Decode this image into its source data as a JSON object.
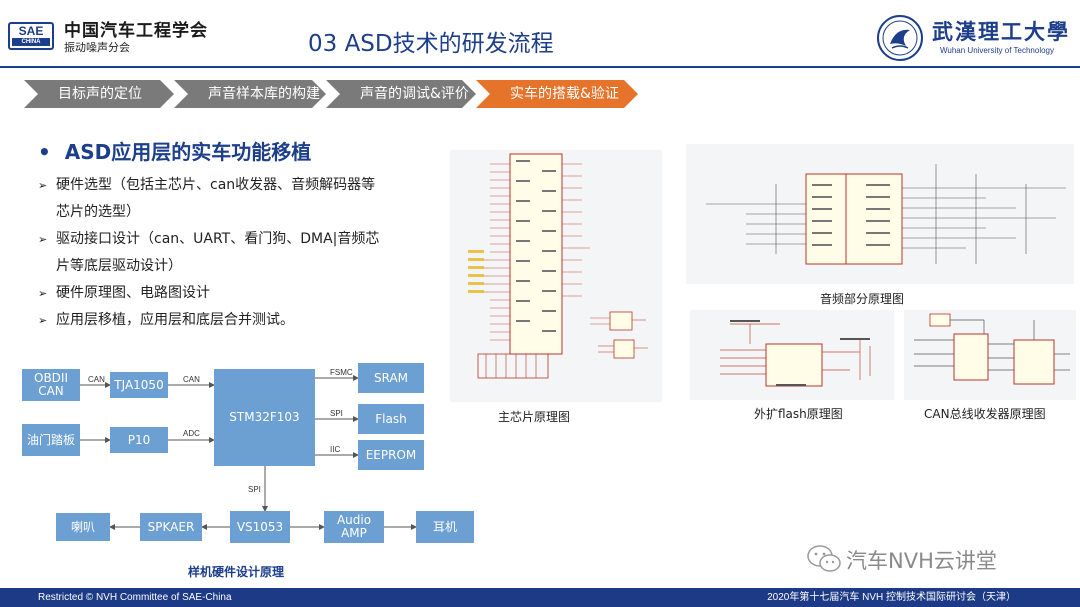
{
  "header": {
    "org_logo_top": "SAE",
    "org_logo_bottom": "CHINA",
    "org_name": "中国汽车工程学会",
    "org_sub": "振动噪声分会",
    "slide_title": "03 ASD技术的研发流程",
    "uni_name": "武漢理工大學",
    "uni_en": "Wuhan University of Technology"
  },
  "steps": [
    {
      "label": "目标声的定位",
      "active": false
    },
    {
      "label": "声音样本库的构建",
      "active": false
    },
    {
      "label": "声音的调试&评价",
      "active": false
    },
    {
      "label": "实车的搭载&验证",
      "active": true
    }
  ],
  "colors": {
    "inactive_step": "#7a7a7a",
    "active_step": "#e6732a",
    "brand": "#1d3e8a",
    "block": "#6c9fd2"
  },
  "main_bullet": "ASD应用层的实车功能移植",
  "sub_items": [
    {
      "line1": "硬件选型（包括主芯片、can收发器、音频解码器等",
      "line2": "芯片的选型）"
    },
    {
      "line1": "驱动接口设计（can、UART、看门狗、DMA|音频芯",
      "line2": "片等底层驱动设计）"
    },
    {
      "line1": "硬件原理图、电路图设计",
      "line2": ""
    },
    {
      "line1": "应用层移植，应用层和底层合并测试。",
      "line2": ""
    }
  ],
  "diagram": {
    "blocks": {
      "obdii": "OBDII CAN",
      "tja": "TJA1050",
      "stm": "STM32F103",
      "sram": "SRAM",
      "flash": "Flash",
      "eeprom": "EEPROM",
      "pedal": "油门踏板",
      "p10": "P10",
      "speaker": "喇叭",
      "spkaer": "SPKAER",
      "vs": "VS1053",
      "amp": "Audio AMP",
      "earphone": "耳机"
    },
    "labels": {
      "can1": "CAN",
      "can2": "CAN",
      "adc": "ADC",
      "fsmc": "FSMC",
      "spi1": "SPI",
      "iic": "IIC",
      "spi2": "SPI"
    },
    "caption": "样机硬件设计原理"
  },
  "schematics": {
    "main_chip": "主芯片原理图",
    "audio": "音频部分原理图",
    "flash": "外扩flash原理图",
    "can": "CAN总线收发器原理图"
  },
  "watermark": "汽车NVH云讲堂",
  "footer": {
    "left": "Restricted © NVH Committee of SAE-China",
    "right": "2020年第十七届汽车 NVH 控制技术国际研讨会（天津）"
  }
}
